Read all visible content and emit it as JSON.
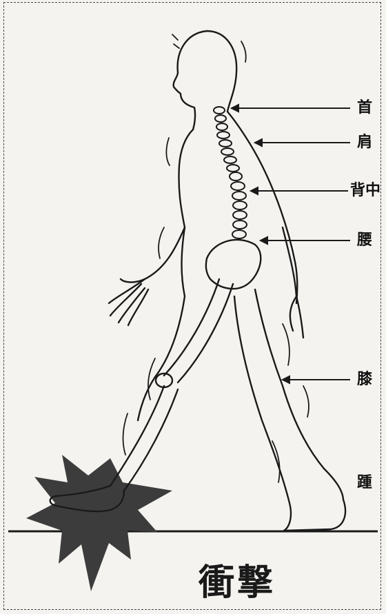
{
  "labels": {
    "neck": "首",
    "shoulder": "肩",
    "back": "背中",
    "waist": "腰",
    "knee": "膝",
    "heel": "踵"
  },
  "impact": "衝撃",
  "colors": {
    "line": "#1a1a1a",
    "burst": "#3c3c3c",
    "background": "#f4f3ef"
  }
}
